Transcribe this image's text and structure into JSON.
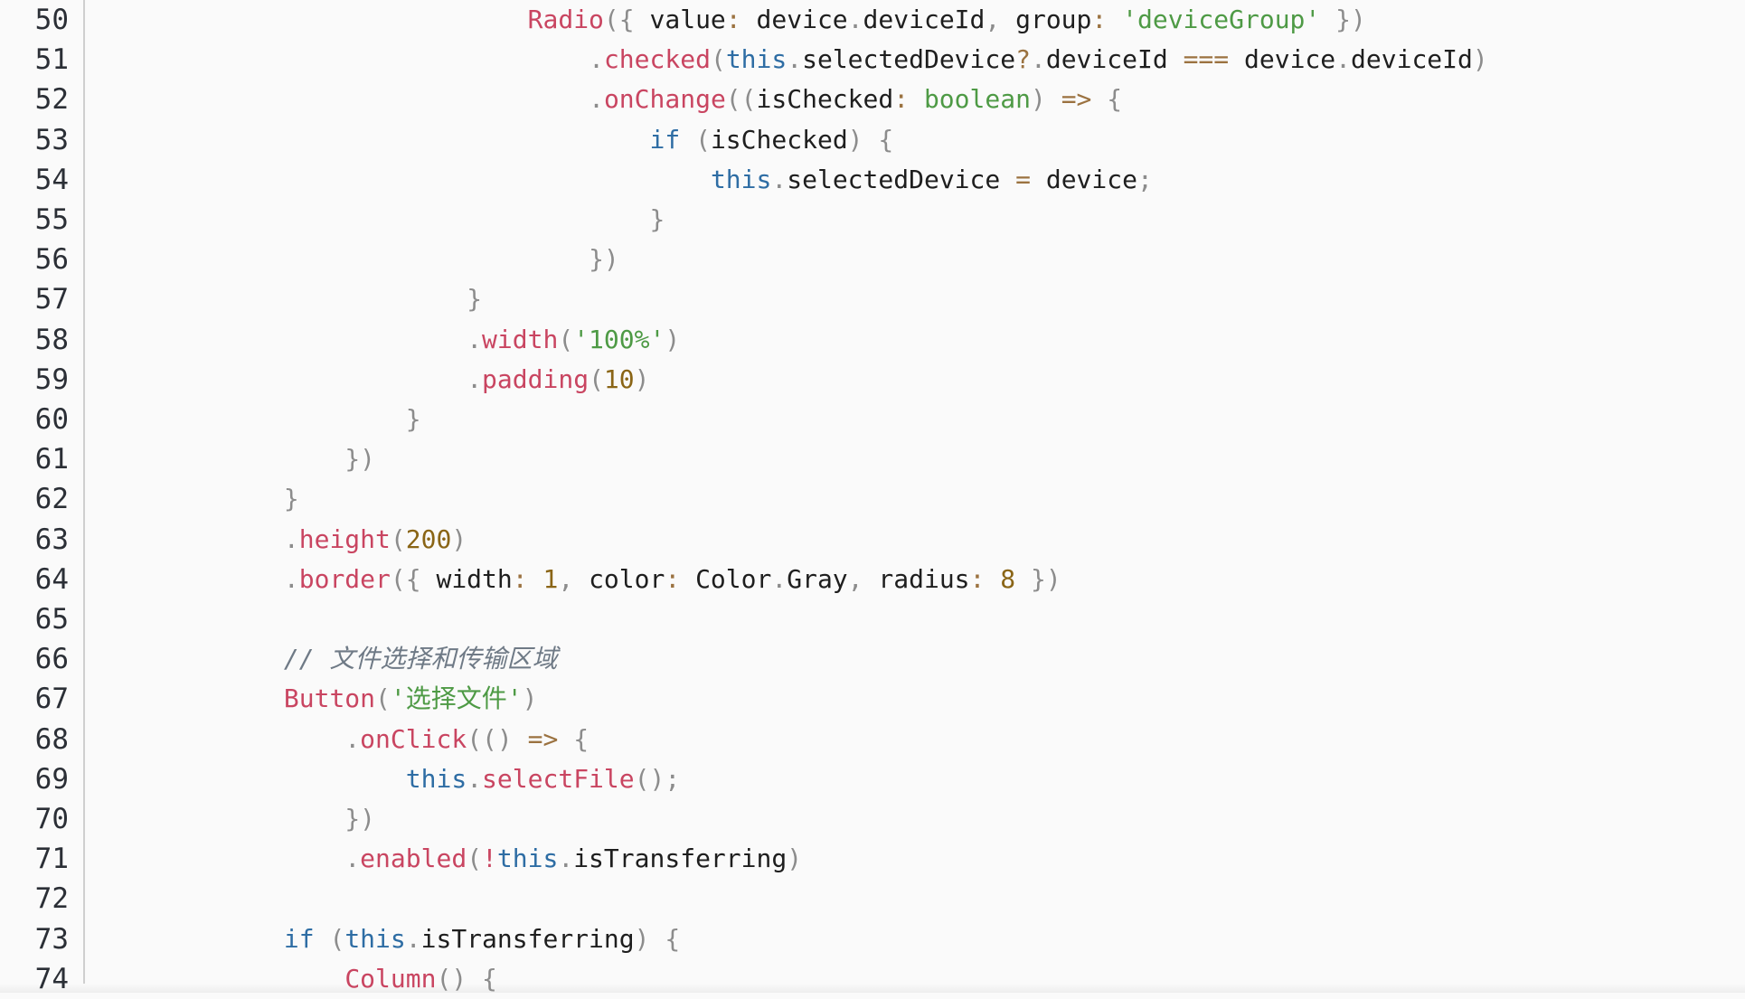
{
  "colors": {
    "background": "#fafafa",
    "keyword": "#2e6da4",
    "function": "#c94561",
    "string": "#4e9a45",
    "number": "#8a6516"
  },
  "lines": [
    {
      "n": "50",
      "indent": 24,
      "tokens": [
        [
          "fn",
          "Radio"
        ],
        [
          "p",
          "({ "
        ],
        [
          "plain",
          "value"
        ],
        [
          "op",
          ": "
        ],
        [
          "plain",
          "device"
        ],
        [
          "p",
          "."
        ],
        [
          "plain",
          "deviceId"
        ],
        [
          "p",
          ", "
        ],
        [
          "plain",
          "group"
        ],
        [
          "op",
          ": "
        ],
        [
          "str",
          "'deviceGroup'"
        ],
        [
          "p",
          " })"
        ]
      ]
    },
    {
      "n": "51",
      "indent": 28,
      "tokens": [
        [
          "p",
          "."
        ],
        [
          "fn",
          "checked"
        ],
        [
          "p",
          "("
        ],
        [
          "kw",
          "this"
        ],
        [
          "p",
          "."
        ],
        [
          "plain",
          "selectedDevice"
        ],
        [
          "op",
          "?"
        ],
        [
          "p",
          "."
        ],
        [
          "plain",
          "deviceId "
        ],
        [
          "op",
          "==="
        ],
        [
          "plain",
          " device"
        ],
        [
          "p",
          "."
        ],
        [
          "plain",
          "deviceId"
        ],
        [
          "p",
          ")"
        ]
      ]
    },
    {
      "n": "52",
      "indent": 28,
      "tokens": [
        [
          "p",
          "."
        ],
        [
          "fn",
          "onChange"
        ],
        [
          "p",
          "(("
        ],
        [
          "plain",
          "isChecked"
        ],
        [
          "op",
          ": "
        ],
        [
          "str",
          "boolean"
        ],
        [
          "p",
          ") "
        ],
        [
          "op",
          "=>"
        ],
        [
          "p",
          " {"
        ]
      ]
    },
    {
      "n": "53",
      "indent": 32,
      "tokens": [
        [
          "kw",
          "if"
        ],
        [
          "p",
          " ("
        ],
        [
          "plain",
          "isChecked"
        ],
        [
          "p",
          ") {"
        ]
      ]
    },
    {
      "n": "54",
      "indent": 36,
      "tokens": [
        [
          "kw",
          "this"
        ],
        [
          "p",
          "."
        ],
        [
          "plain",
          "selectedDevice "
        ],
        [
          "op",
          "="
        ],
        [
          "plain",
          " device"
        ],
        [
          "p",
          ";"
        ]
      ]
    },
    {
      "n": "55",
      "indent": 32,
      "tokens": [
        [
          "p",
          "}"
        ]
      ]
    },
    {
      "n": "56",
      "indent": 28,
      "tokens": [
        [
          "p",
          "})"
        ]
      ]
    },
    {
      "n": "57",
      "indent": 20,
      "tokens": [
        [
          "p",
          "}"
        ]
      ]
    },
    {
      "n": "58",
      "indent": 20,
      "tokens": [
        [
          "p",
          "."
        ],
        [
          "fn",
          "width"
        ],
        [
          "p",
          "("
        ],
        [
          "str",
          "'100%'"
        ],
        [
          "p",
          ")"
        ]
      ]
    },
    {
      "n": "59",
      "indent": 20,
      "tokens": [
        [
          "p",
          "."
        ],
        [
          "fn",
          "padding"
        ],
        [
          "p",
          "("
        ],
        [
          "num",
          "10"
        ],
        [
          "p",
          ")"
        ]
      ]
    },
    {
      "n": "60",
      "indent": 16,
      "tokens": [
        [
          "p",
          "}"
        ]
      ]
    },
    {
      "n": "61",
      "indent": 12,
      "tokens": [
        [
          "p",
          "})"
        ]
      ]
    },
    {
      "n": "62",
      "indent": 8,
      "tokens": [
        [
          "p",
          "}"
        ]
      ]
    },
    {
      "n": "63",
      "indent": 8,
      "tokens": [
        [
          "p",
          "."
        ],
        [
          "fn",
          "height"
        ],
        [
          "p",
          "("
        ],
        [
          "num",
          "200"
        ],
        [
          "p",
          ")"
        ]
      ]
    },
    {
      "n": "64",
      "indent": 8,
      "tokens": [
        [
          "p",
          "."
        ],
        [
          "fn",
          "border"
        ],
        [
          "p",
          "({ "
        ],
        [
          "plain",
          "width"
        ],
        [
          "op",
          ": "
        ],
        [
          "num",
          "1"
        ],
        [
          "p",
          ", "
        ],
        [
          "plain",
          "color"
        ],
        [
          "op",
          ": "
        ],
        [
          "plain",
          "Color"
        ],
        [
          "p",
          "."
        ],
        [
          "plain",
          "Gray"
        ],
        [
          "p",
          ", "
        ],
        [
          "plain",
          "radius"
        ],
        [
          "op",
          ": "
        ],
        [
          "num",
          "8"
        ],
        [
          "p",
          " })"
        ]
      ]
    },
    {
      "n": "65",
      "indent": 0,
      "tokens": []
    },
    {
      "n": "66",
      "indent": 8,
      "tokens": [
        [
          "cm",
          "// 文件选择和传输区域"
        ]
      ]
    },
    {
      "n": "67",
      "indent": 8,
      "tokens": [
        [
          "fn",
          "Button"
        ],
        [
          "p",
          "("
        ],
        [
          "str",
          "'选择文件'"
        ],
        [
          "p",
          ")"
        ]
      ]
    },
    {
      "n": "68",
      "indent": 12,
      "tokens": [
        [
          "p",
          "."
        ],
        [
          "fn",
          "onClick"
        ],
        [
          "p",
          "(() "
        ],
        [
          "op",
          "=>"
        ],
        [
          "p",
          " {"
        ]
      ]
    },
    {
      "n": "69",
      "indent": 16,
      "tokens": [
        [
          "kw",
          "this"
        ],
        [
          "p",
          "."
        ],
        [
          "fn",
          "selectFile"
        ],
        [
          "p",
          "();"
        ]
      ]
    },
    {
      "n": "70",
      "indent": 12,
      "tokens": [
        [
          "p",
          "})"
        ]
      ]
    },
    {
      "n": "71",
      "indent": 12,
      "tokens": [
        [
          "p",
          "."
        ],
        [
          "fn",
          "enabled"
        ],
        [
          "p",
          "("
        ],
        [
          "fn",
          "!"
        ],
        [
          "kw",
          "this"
        ],
        [
          "p",
          "."
        ],
        [
          "plain",
          "isTransferring"
        ],
        [
          "p",
          ")"
        ]
      ]
    },
    {
      "n": "72",
      "indent": 0,
      "tokens": []
    },
    {
      "n": "73",
      "indent": 8,
      "tokens": [
        [
          "kw",
          "if"
        ],
        [
          "p",
          " ("
        ],
        [
          "kw",
          "this"
        ],
        [
          "p",
          "."
        ],
        [
          "plain",
          "isTransferring"
        ],
        [
          "p",
          ") {"
        ]
      ]
    },
    {
      "n": "74",
      "indent": 12,
      "tokens": [
        [
          "fn",
          "Column"
        ],
        [
          "p",
          "() {"
        ]
      ]
    }
  ]
}
